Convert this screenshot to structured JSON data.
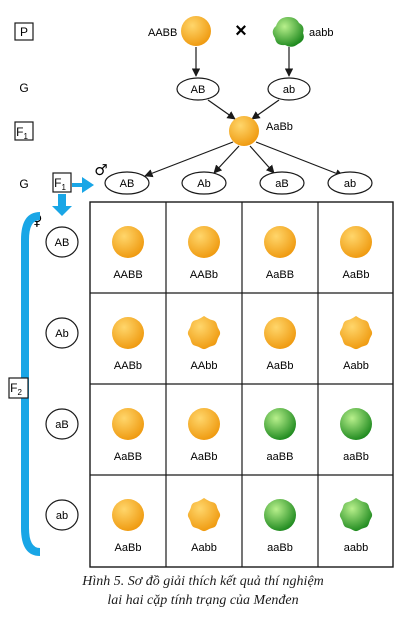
{
  "generation_labels": {
    "p": "P",
    "g_parent": "G",
    "f1": "F",
    "f1_sub": "1",
    "g_f1": "G",
    "f2": "F",
    "f2_sub": "2"
  },
  "parents": {
    "left_genotype": "AABB",
    "right_genotype": "aabb",
    "cross_symbol": "×"
  },
  "parent_gametes": [
    "AB",
    "ab"
  ],
  "f1_genotype": "AaBb",
  "male_symbol": "♂",
  "female_symbol": "♀",
  "male_gametes": [
    "AB",
    "Ab",
    "aB",
    "ab"
  ],
  "female_gametes": [
    "AB",
    "Ab",
    "aB",
    "ab"
  ],
  "grid": [
    [
      {
        "g": "AABB",
        "color": "yellow",
        "shape": "smooth"
      },
      {
        "g": "AABb",
        "color": "yellow",
        "shape": "smooth"
      },
      {
        "g": "AaBB",
        "color": "yellow",
        "shape": "smooth"
      },
      {
        "g": "AaBb",
        "color": "yellow",
        "shape": "smooth"
      }
    ],
    [
      {
        "g": "AABb",
        "color": "yellow",
        "shape": "smooth"
      },
      {
        "g": "AAbb",
        "color": "yellow",
        "shape": "wrinkled"
      },
      {
        "g": "AaBb",
        "color": "yellow",
        "shape": "smooth"
      },
      {
        "g": "Aabb",
        "color": "yellow",
        "shape": "wrinkled"
      }
    ],
    [
      {
        "g": "AaBB",
        "color": "yellow",
        "shape": "smooth"
      },
      {
        "g": "AaBb",
        "color": "yellow",
        "shape": "smooth"
      },
      {
        "g": "aaBB",
        "color": "green",
        "shape": "smooth"
      },
      {
        "g": "aaBb",
        "color": "green",
        "shape": "smooth"
      }
    ],
    [
      {
        "g": "AaBb",
        "color": "yellow",
        "shape": "smooth"
      },
      {
        "g": "Aabb",
        "color": "yellow",
        "shape": "wrinkled"
      },
      {
        "g": "aaBb",
        "color": "green",
        "shape": "smooth"
      },
      {
        "g": "aabb",
        "color": "green",
        "shape": "wrinkled"
      }
    ]
  ],
  "colors": {
    "yellow_light": "#ffd66b",
    "yellow_dark": "#ef9a10",
    "green_light": "#b8f08c",
    "green_dark": "#1f8a1f",
    "blue": "#19a6e6"
  },
  "caption": {
    "line1": "Hình 5. Sơ đồ giải thích kết quả thí nghiệm",
    "line2": "lai hai cặp tính trạng của Menđen"
  }
}
